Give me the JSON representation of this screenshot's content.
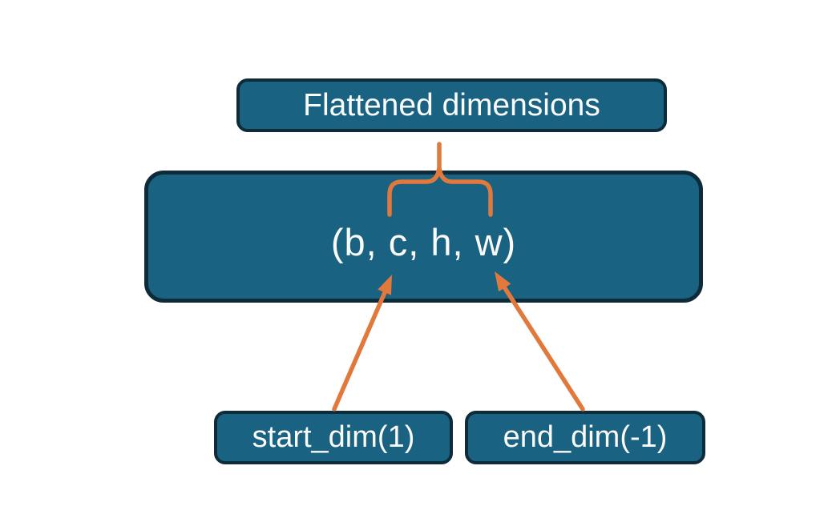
{
  "diagram": {
    "title_box": {
      "label": "Flattened dimensions"
    },
    "tensor_box": {
      "label": "(b, c, h, w)"
    },
    "start_dim_box": {
      "label": "start_dim(1)"
    },
    "end_dim_box": {
      "label": "end_dim(-1)"
    },
    "connectors": {
      "brace": {
        "type": "curly-brace-up",
        "from": "title_box",
        "spans": "c through w dimensions of tensor_box"
      },
      "start_dim_arrow": {
        "type": "arrow",
        "from": "start_dim_box",
        "points_to": "c dimension"
      },
      "end_dim_arrow": {
        "type": "arrow",
        "from": "end_dim_box",
        "points_to": "w dimension"
      }
    }
  },
  "colors": {
    "background": "#ffffff",
    "box_fill": "#1a6282",
    "box_border": "#0e2b3a",
    "text": "#fafafa",
    "connector": "#e2793c"
  }
}
